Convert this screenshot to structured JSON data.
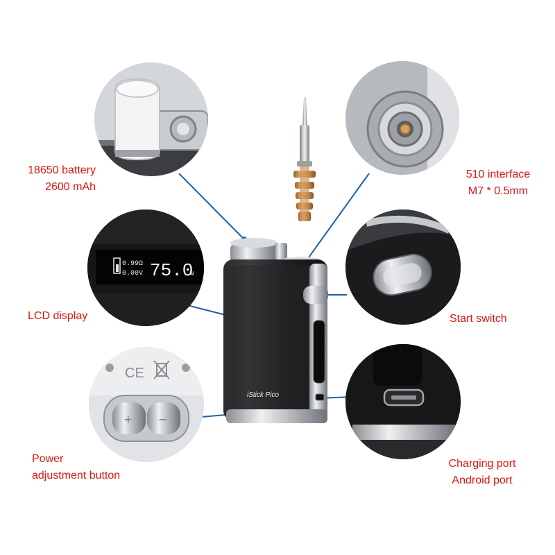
{
  "labels": {
    "battery": [
      "18650 battery",
      "2600 mAh"
    ],
    "interface": [
      "510 interface",
      "M7 * 0.5mm"
    ],
    "lcd": [
      "LCD display"
    ],
    "start": [
      "Start switch"
    ],
    "power": [
      "Power",
      "adjustment button"
    ],
    "charging": [
      "Charging port",
      "Android port"
    ]
  },
  "lcd_screen": {
    "resistance": "0.99Ω",
    "voltage": "0.00V",
    "power_value": "75.0",
    "power_unit": "W"
  },
  "device": {
    "brand_text": "iStick Pico",
    "logo_marks": "CE"
  },
  "colors": {
    "label_text": "#e01414",
    "leader_line": "#1e5fa8",
    "device_body": "#1b1b1d",
    "metal": "#c8cbcf",
    "copper": "#d59a55"
  }
}
